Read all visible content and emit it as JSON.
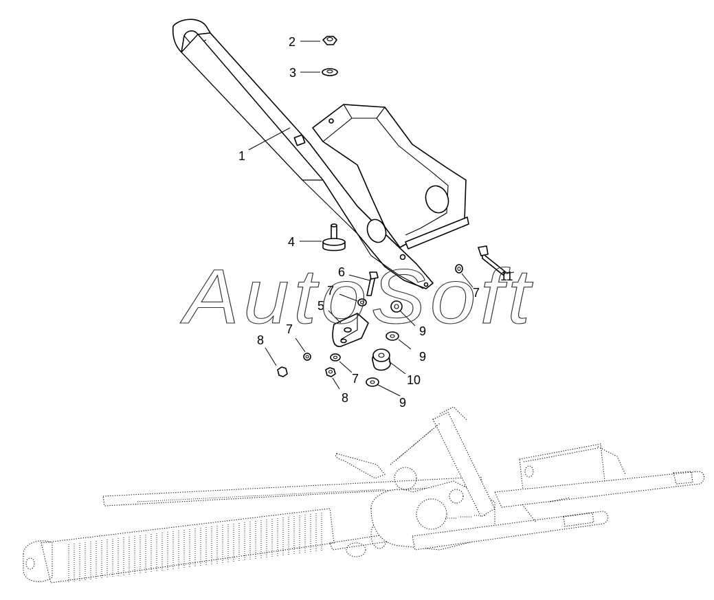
{
  "diagram": {
    "watermark": "AutoSoft",
    "callouts": [
      {
        "id": "c1",
        "text": "1"
      },
      {
        "id": "c2",
        "text": "2"
      },
      {
        "id": "c3",
        "text": "3"
      },
      {
        "id": "c4",
        "text": "4"
      },
      {
        "id": "c5",
        "text": "5"
      },
      {
        "id": "c6",
        "text": "6"
      },
      {
        "id": "c7a",
        "text": "7"
      },
      {
        "id": "c7b",
        "text": "7"
      },
      {
        "id": "c7c",
        "text": "7"
      },
      {
        "id": "c7d",
        "text": "7"
      },
      {
        "id": "c8a",
        "text": "8"
      },
      {
        "id": "c8b",
        "text": "8"
      },
      {
        "id": "c9a",
        "text": "9"
      },
      {
        "id": "c9b",
        "text": "9"
      },
      {
        "id": "c9c",
        "text": "9"
      },
      {
        "id": "c10",
        "text": "10"
      },
      {
        "id": "c11",
        "text": "11"
      }
    ],
    "parts": [
      {
        "number": "1",
        "icon": "lever-bracket"
      },
      {
        "number": "2",
        "icon": "nut"
      },
      {
        "number": "3",
        "icon": "washer"
      },
      {
        "number": "4",
        "icon": "stud-buffer"
      },
      {
        "number": "5",
        "icon": "clip-bracket"
      },
      {
        "number": "6",
        "icon": "bolt"
      },
      {
        "number": "7",
        "icon": "washer"
      },
      {
        "number": "8",
        "icon": "nut"
      },
      {
        "number": "9",
        "icon": "washer"
      },
      {
        "number": "10",
        "icon": "bushing"
      },
      {
        "number": "11",
        "icon": "bolt"
      }
    ]
  }
}
